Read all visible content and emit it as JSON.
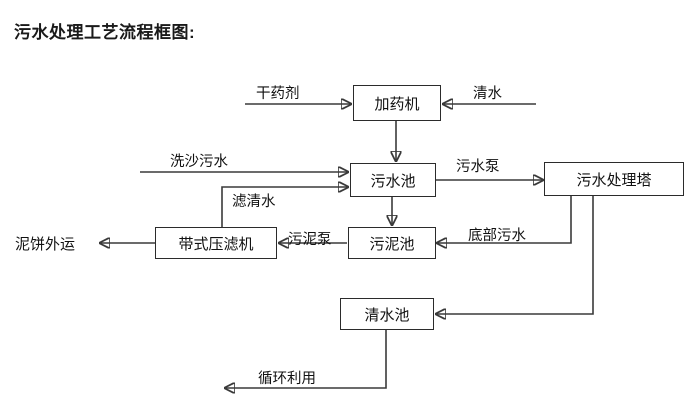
{
  "diagram": {
    "title": "污水处理工艺流程框图:",
    "nodes": [
      {
        "id": "dosing_machine",
        "label": "加药机"
      },
      {
        "id": "wastewater_pool",
        "label": "污水池"
      },
      {
        "id": "treatment_tower",
        "label": "污水处理塔"
      },
      {
        "id": "belt_filter_press",
        "label": "带式压滤机"
      },
      {
        "id": "sludge_pool",
        "label": "污泥池"
      },
      {
        "id": "clean_water_pool",
        "label": "清水池"
      }
    ],
    "edge_labels": [
      {
        "id": "dry_agent",
        "label": "干药剂"
      },
      {
        "id": "clean_water_in",
        "label": "清水"
      },
      {
        "id": "sand_washing_wastewater",
        "label": "洗沙污水"
      },
      {
        "id": "filtrate_clear_water",
        "label": "滤清水"
      },
      {
        "id": "wastewater_pump",
        "label": "污水泵"
      },
      {
        "id": "sludge_pump",
        "label": "污泥泵"
      },
      {
        "id": "bottom_wastewater",
        "label": "底部污水"
      },
      {
        "id": "recycle_reuse",
        "label": "循环利用"
      }
    ],
    "terminal_labels": [
      {
        "id": "mud_cake_out",
        "label": "泥饼外运"
      }
    ],
    "colors": {
      "background": "#ffffff",
      "stroke": "#3a3a3a",
      "node_border": "#2b2b2b",
      "text": "#111111",
      "title": "#1a1a1a"
    }
  }
}
